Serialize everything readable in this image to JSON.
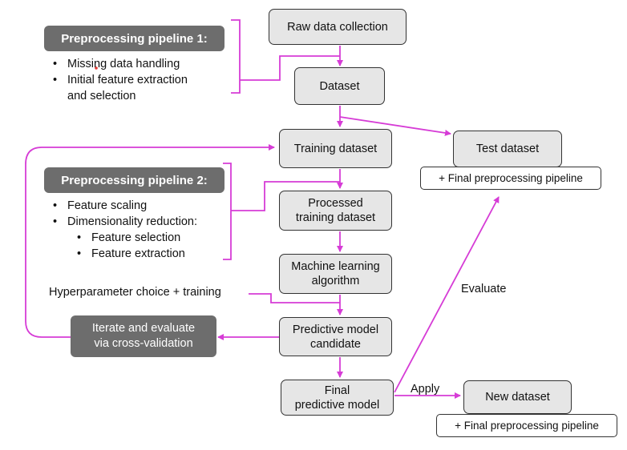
{
  "nodes": {
    "raw_data_collection": "Raw data collection",
    "dataset": "Dataset",
    "training_dataset": "Training dataset",
    "test_dataset": "Test dataset",
    "test_pipeline": "+ Final preprocessing pipeline",
    "processed_training_dataset": "Processed\ntraining dataset",
    "machine_learning_algorithm": "Machine learning\nalgorithm",
    "predictive_model_candidate": "Predictive model\ncandidate",
    "final_predictive_model": "Final\npredictive model",
    "new_dataset": "New dataset",
    "new_pipeline": "+ Final preprocessing pipeline"
  },
  "pipeline1": {
    "title": "Preprocessing  pipeline 1:",
    "items": [
      "Missing data handling",
      "Initial feature extraction\nand selection"
    ]
  },
  "pipeline2": {
    "title": "Preprocessing pipeline 2:",
    "items": [
      "Feature scaling",
      "Dimensionality reduction:"
    ],
    "subitems": [
      "Feature selection",
      "Feature extraction"
    ]
  },
  "labels": {
    "hyperparameter": "Hyperparameter choice + training",
    "iterate": "Iterate and evaluate\nvia cross-validation",
    "evaluate": "Evaluate",
    "apply": "Apply"
  },
  "colors": {
    "arrow": "#d63cd6",
    "box_fill": "#e6e6e6",
    "dark_box": "#6d6d6d"
  }
}
